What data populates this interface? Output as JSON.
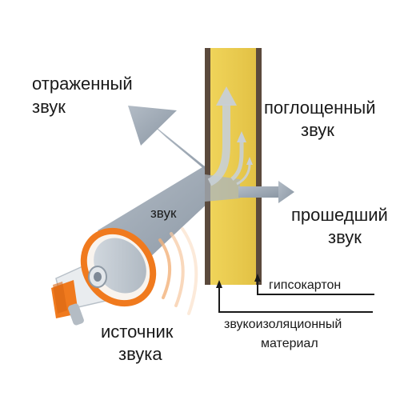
{
  "labels": {
    "reflected_line1": "отраженный",
    "reflected_line2": "звук",
    "absorbed_line1": "поглощенный",
    "absorbed_line2": "звук",
    "transmitted_line1": "прошедший",
    "transmitted_line2": "звук",
    "sound": "звук",
    "source_line1": "источник",
    "source_line2": "звука",
    "drywall": "гипсокартон",
    "insulation_line1": "звукоизоляционный",
    "insulation_line2": "материал"
  },
  "colors": {
    "arrow_gray": "#9aa6b2",
    "insulation_yellow": "#e6c84a",
    "drywall_brown": "#5b4a3c",
    "megaphone_orange": "#f07a1e"
  },
  "icons": {
    "source": "megaphone-icon"
  }
}
